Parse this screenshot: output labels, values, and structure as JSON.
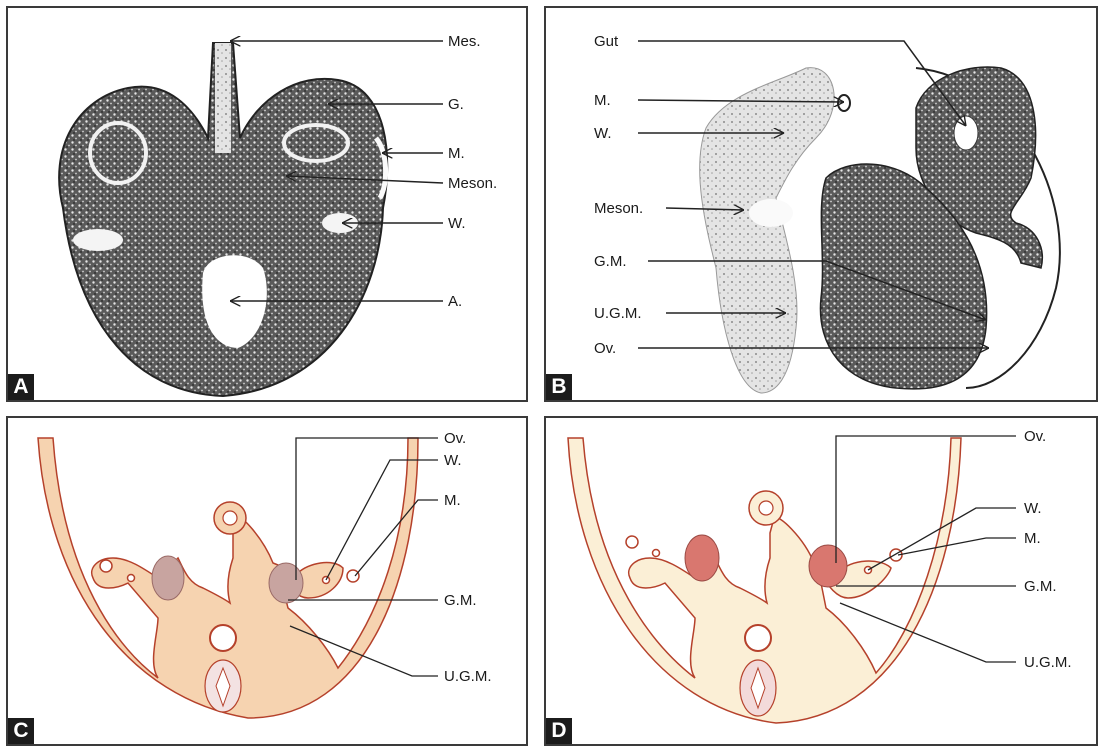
{
  "figure": {
    "panels": [
      {
        "letter": "A",
        "labels": {
          "mes": "Mes.",
          "g": "G.",
          "m": "M.",
          "meson": "Meson.",
          "w": "W.",
          "a": "A."
        }
      },
      {
        "letter": "B",
        "labels": {
          "gut": "Gut",
          "m": "M.",
          "w": "W.",
          "meson": "Meson.",
          "gm": "G.M.",
          "ugm": "U.G.M.",
          "ov": "Ov."
        }
      },
      {
        "letter": "C",
        "labels": {
          "ov": "Ov.",
          "w": "W.",
          "m": "M.",
          "gm": "G.M.",
          "ugm": "U.G.M."
        }
      },
      {
        "letter": "D",
        "labels": {
          "ov": "Ov.",
          "w": "W.",
          "m": "M.",
          "gm": "G.M.",
          "ugm": "U.G.M."
        }
      }
    ]
  },
  "colors": {
    "panel_border": "#3a3a3a",
    "letter_box": "#1c1c1c",
    "tissue_dark": "#2a2a2a",
    "body_c": "#f6d3b0",
    "body_d": "#fbefd6",
    "outline": "#b5412b",
    "gonad_c": "#c8a4a0",
    "gonad_d": "#d9776f"
  }
}
